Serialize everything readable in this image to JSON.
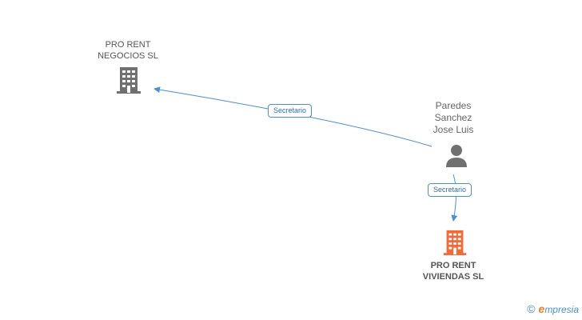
{
  "nodes": {
    "company_1": {
      "line1": "PRO RENT",
      "line2": "NEGOCIOS SL"
    },
    "person": {
      "line1": "Paredes",
      "line2": "Sanchez",
      "line3": "Jose Luis"
    },
    "company_2": {
      "line1": "PRO RENT",
      "line2": "VIVIENDAS SL"
    }
  },
  "edges": {
    "edge_1": {
      "label": "Secretario"
    },
    "edge_2": {
      "label": "Secretario"
    }
  },
  "colors": {
    "edge": "#4a8fd4",
    "building_grey": "#707070",
    "building_highlight": "#f26a3a",
    "person": "#707070"
  },
  "footer": {
    "copyright_symbol": "©",
    "brand_initial": "e",
    "brand_rest": "mpresia"
  }
}
